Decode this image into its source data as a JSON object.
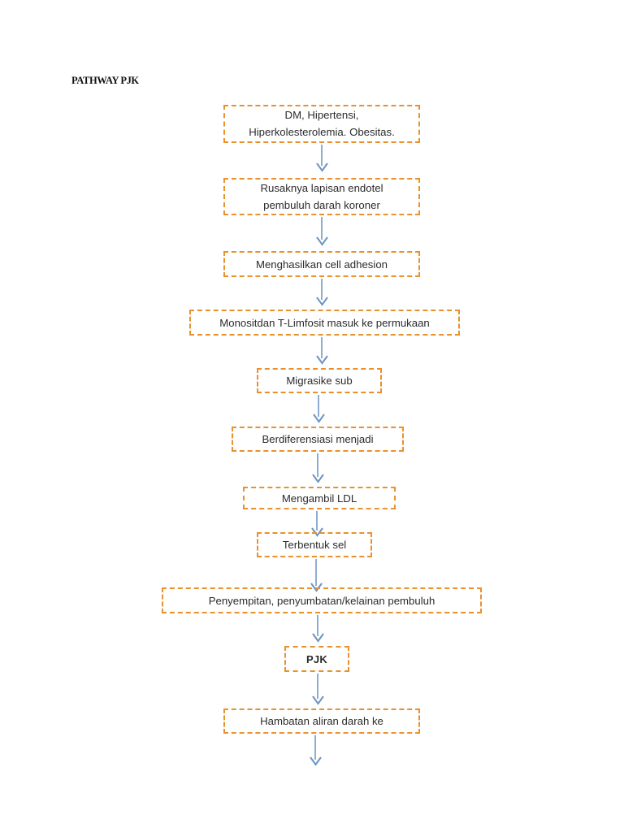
{
  "document": {
    "title": "PATHWAY PJK",
    "background_color": "#ffffff",
    "text_color": "#2b2b2b",
    "box_border_color": "#e8912d",
    "arrow_color": "#8fadd0"
  },
  "chart_data": {
    "type": "diagram",
    "title": "PATHWAY PJK",
    "orientation": "vertical top-to-bottom flowchart",
    "nodes": [
      {
        "id": "n1",
        "text": "DM, Hipertensi,\nHiperkolesterolemia. Obesitas.",
        "bold": false
      },
      {
        "id": "n2",
        "text": "Rusaknya lapisan endotel\npembuluh darah koroner",
        "bold": false
      },
      {
        "id": "n3",
        "text": "Menghasilkan cell adhesion",
        "bold": false
      },
      {
        "id": "n4",
        "text": "Monositdan T-Limfosit masuk ke permukaan",
        "bold": false
      },
      {
        "id": "n5",
        "text": "Migrasike sub",
        "bold": false
      },
      {
        "id": "n6",
        "text": "Berdiferensiasi menjadi",
        "bold": false
      },
      {
        "id": "n7",
        "text": "Mengambil LDL",
        "bold": false
      },
      {
        "id": "n8",
        "text": "Terbentuk sel",
        "bold": false
      },
      {
        "id": "n9",
        "text": "Penyempitan, penyumbatan/kelainan pembuluh",
        "bold": false
      },
      {
        "id": "n10",
        "text": "PJK",
        "bold": true
      },
      {
        "id": "n11",
        "text": "Hambatan aliran darah ke",
        "bold": false
      }
    ],
    "edges": [
      {
        "from": "n1",
        "to": "n2"
      },
      {
        "from": "n2",
        "to": "n3"
      },
      {
        "from": "n3",
        "to": "n4"
      },
      {
        "from": "n4",
        "to": "n5"
      },
      {
        "from": "n5",
        "to": "n6"
      },
      {
        "from": "n6",
        "to": "n7"
      },
      {
        "from": "n7",
        "to": "n8"
      },
      {
        "from": "n8",
        "to": "n9"
      },
      {
        "from": "n9",
        "to": "n10"
      },
      {
        "from": "n10",
        "to": "n11"
      },
      {
        "from": "n11",
        "to": null
      }
    ]
  }
}
